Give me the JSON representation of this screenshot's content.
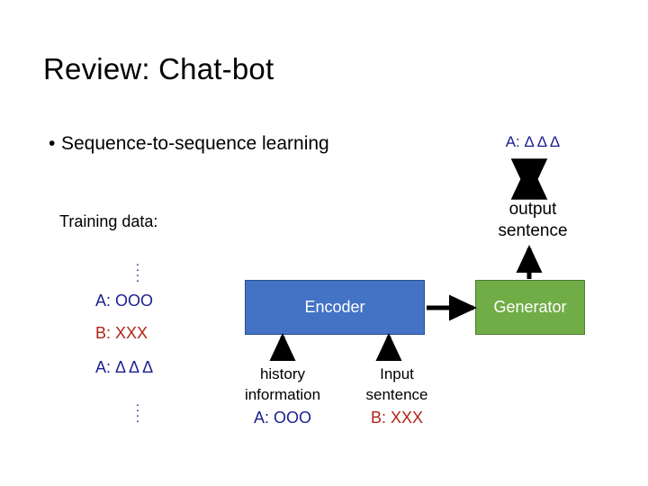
{
  "slide": {
    "title": "Review: Chat-bot",
    "bullet_marker": "•",
    "bullet_text": "Sequence-to-sequence learning"
  },
  "training": {
    "label": "Training data:",
    "dots": "⋮",
    "lines": [
      {
        "text": "A: OOO",
        "color": "#1b1f8f"
      },
      {
        "text": "B: XXX",
        "color": "#b02418"
      },
      {
        "text": "A: Δ Δ Δ",
        "color": "#1b1f8f"
      }
    ]
  },
  "diagram": {
    "encoder_label": "Encoder",
    "encoder_color": "#4472c4",
    "generator_label": "Generator",
    "generator_color": "#70ad47",
    "inputs": [
      {
        "line1": "history",
        "line2": "information",
        "code": "A: OOO",
        "code_color": "#1b1f8f"
      },
      {
        "line1": "Input",
        "line2": "sentence",
        "code": "B: XXX",
        "code_color": "#b02418"
      }
    ]
  },
  "output": {
    "answer": "A: Δ Δ Δ",
    "answer_color": "#1b1f8f",
    "caption_line1": "output",
    "caption_line2": "sentence"
  }
}
